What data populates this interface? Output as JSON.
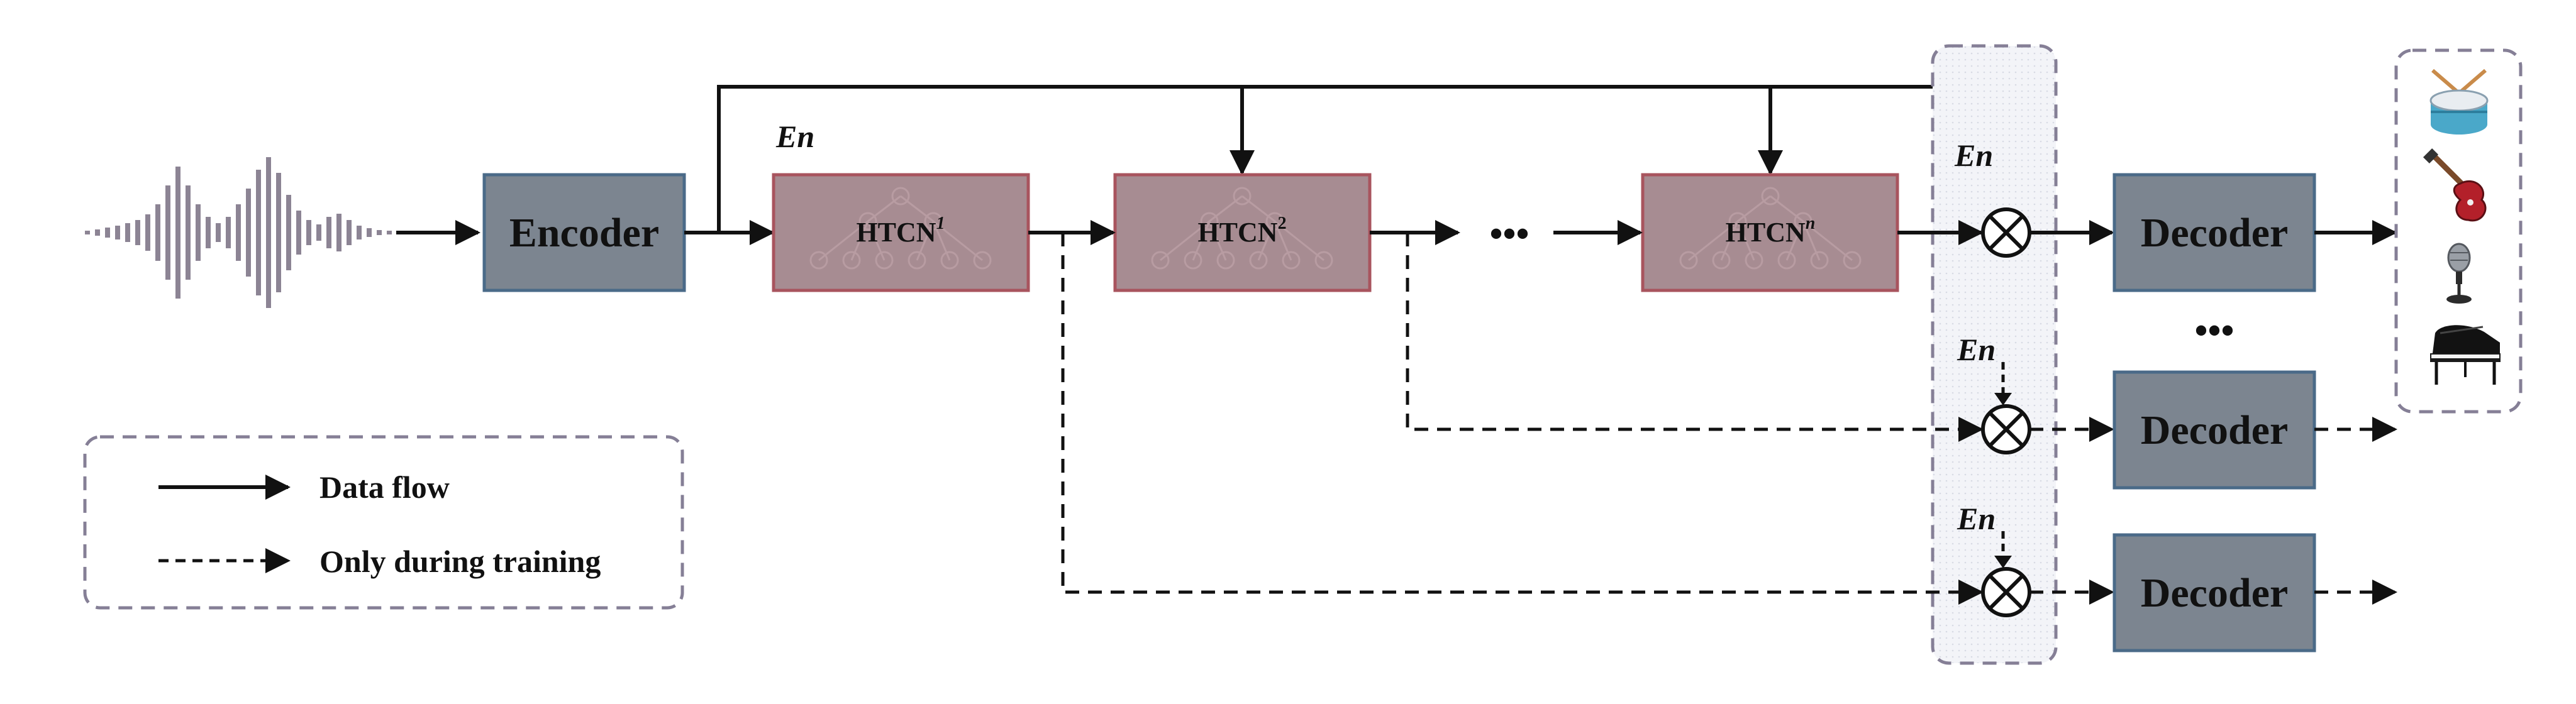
{
  "diagram": {
    "encoder_label": "Encoder",
    "en_label": "En",
    "htcn": [
      {
        "base": "HTCN",
        "sup": "1"
      },
      {
        "base": "HTCN",
        "sup": "2"
      },
      {
        "base": "HTCN",
        "sup": "n"
      }
    ],
    "ellipsis_middle": "•••",
    "ellipsis_decoders": "•••",
    "decoders": [
      "Decoder",
      "Decoder",
      "Decoder"
    ],
    "legend": {
      "solid_label": "Data flow",
      "dashed_label": "Only during training"
    },
    "outputs_icons": [
      "drum-icon",
      "electric-guitar-icon",
      "microphone-icon",
      "grand-piano-icon"
    ],
    "colors": {
      "encoder_fill": "#7c8590",
      "encoder_stroke": "#4a6a88",
      "htcn_fill": "#a78c92",
      "htcn_stroke": "#a8545e",
      "tree_color": "#b89ca2",
      "waveform": "#8c8494",
      "dashed_group_stroke": "#857f96",
      "mult_group_fill": "#f2f4f8"
    }
  }
}
